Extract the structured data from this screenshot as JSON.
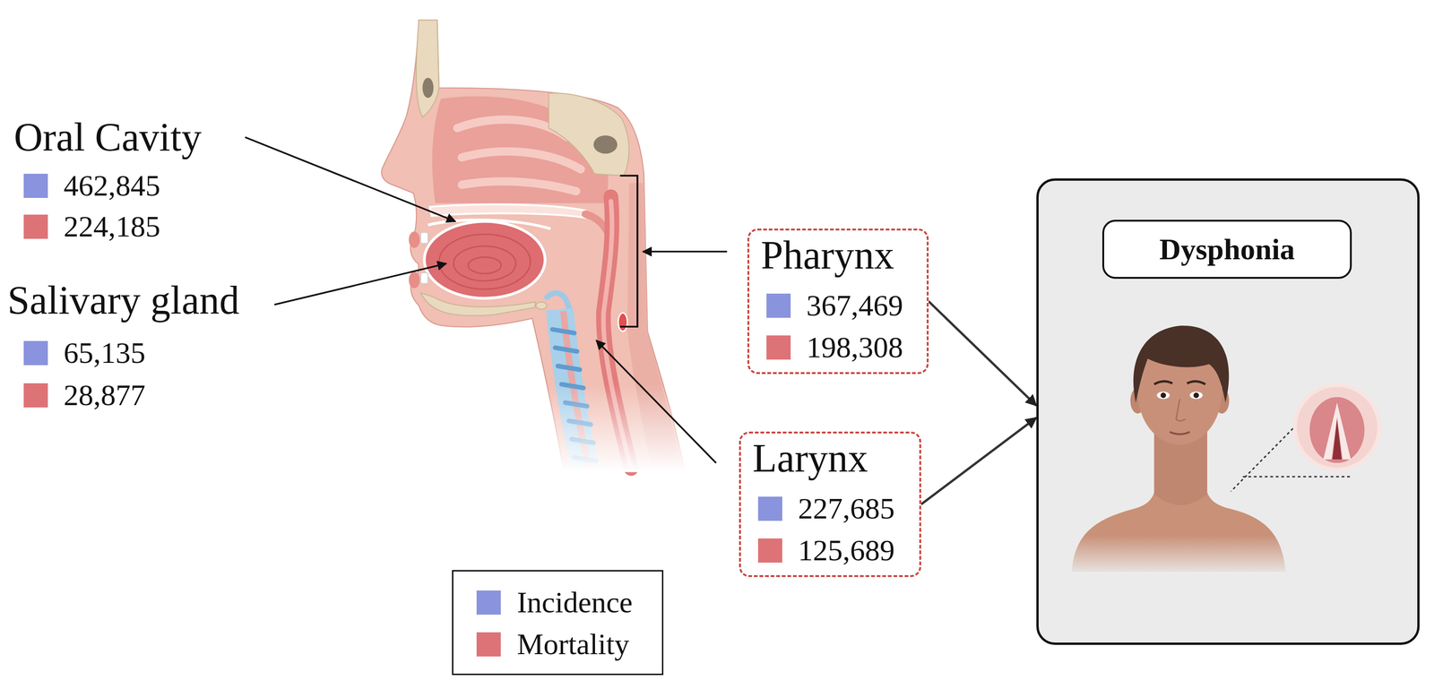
{
  "diagram": {
    "nodes": [
      {
        "text": [
          "Pharynx",
          "367,469",
          "198,308"
        ]
      },
      {
        "text": [
          "Larynx",
          "227,685",
          "125,689"
        ]
      },
      {
        "text": [
          "Dysphonia"
        ]
      }
    ],
    "edges": [
      {
        "from": 0,
        "to": 2,
        "arrow": "to"
      },
      {
        "from": 1,
        "to": 2,
        "arrow": "to"
      }
    ],
    "labels": [
      "Oral Cavity",
      "462,845",
      "224,185",
      "Salivary gland",
      "65,135",
      "28,877"
    ],
    "legend": [
      {
        "text": "Incidence",
        "color": "#8a93dd"
      },
      {
        "text": "Mortality",
        "color": "#de7377"
      }
    ]
  }
}
